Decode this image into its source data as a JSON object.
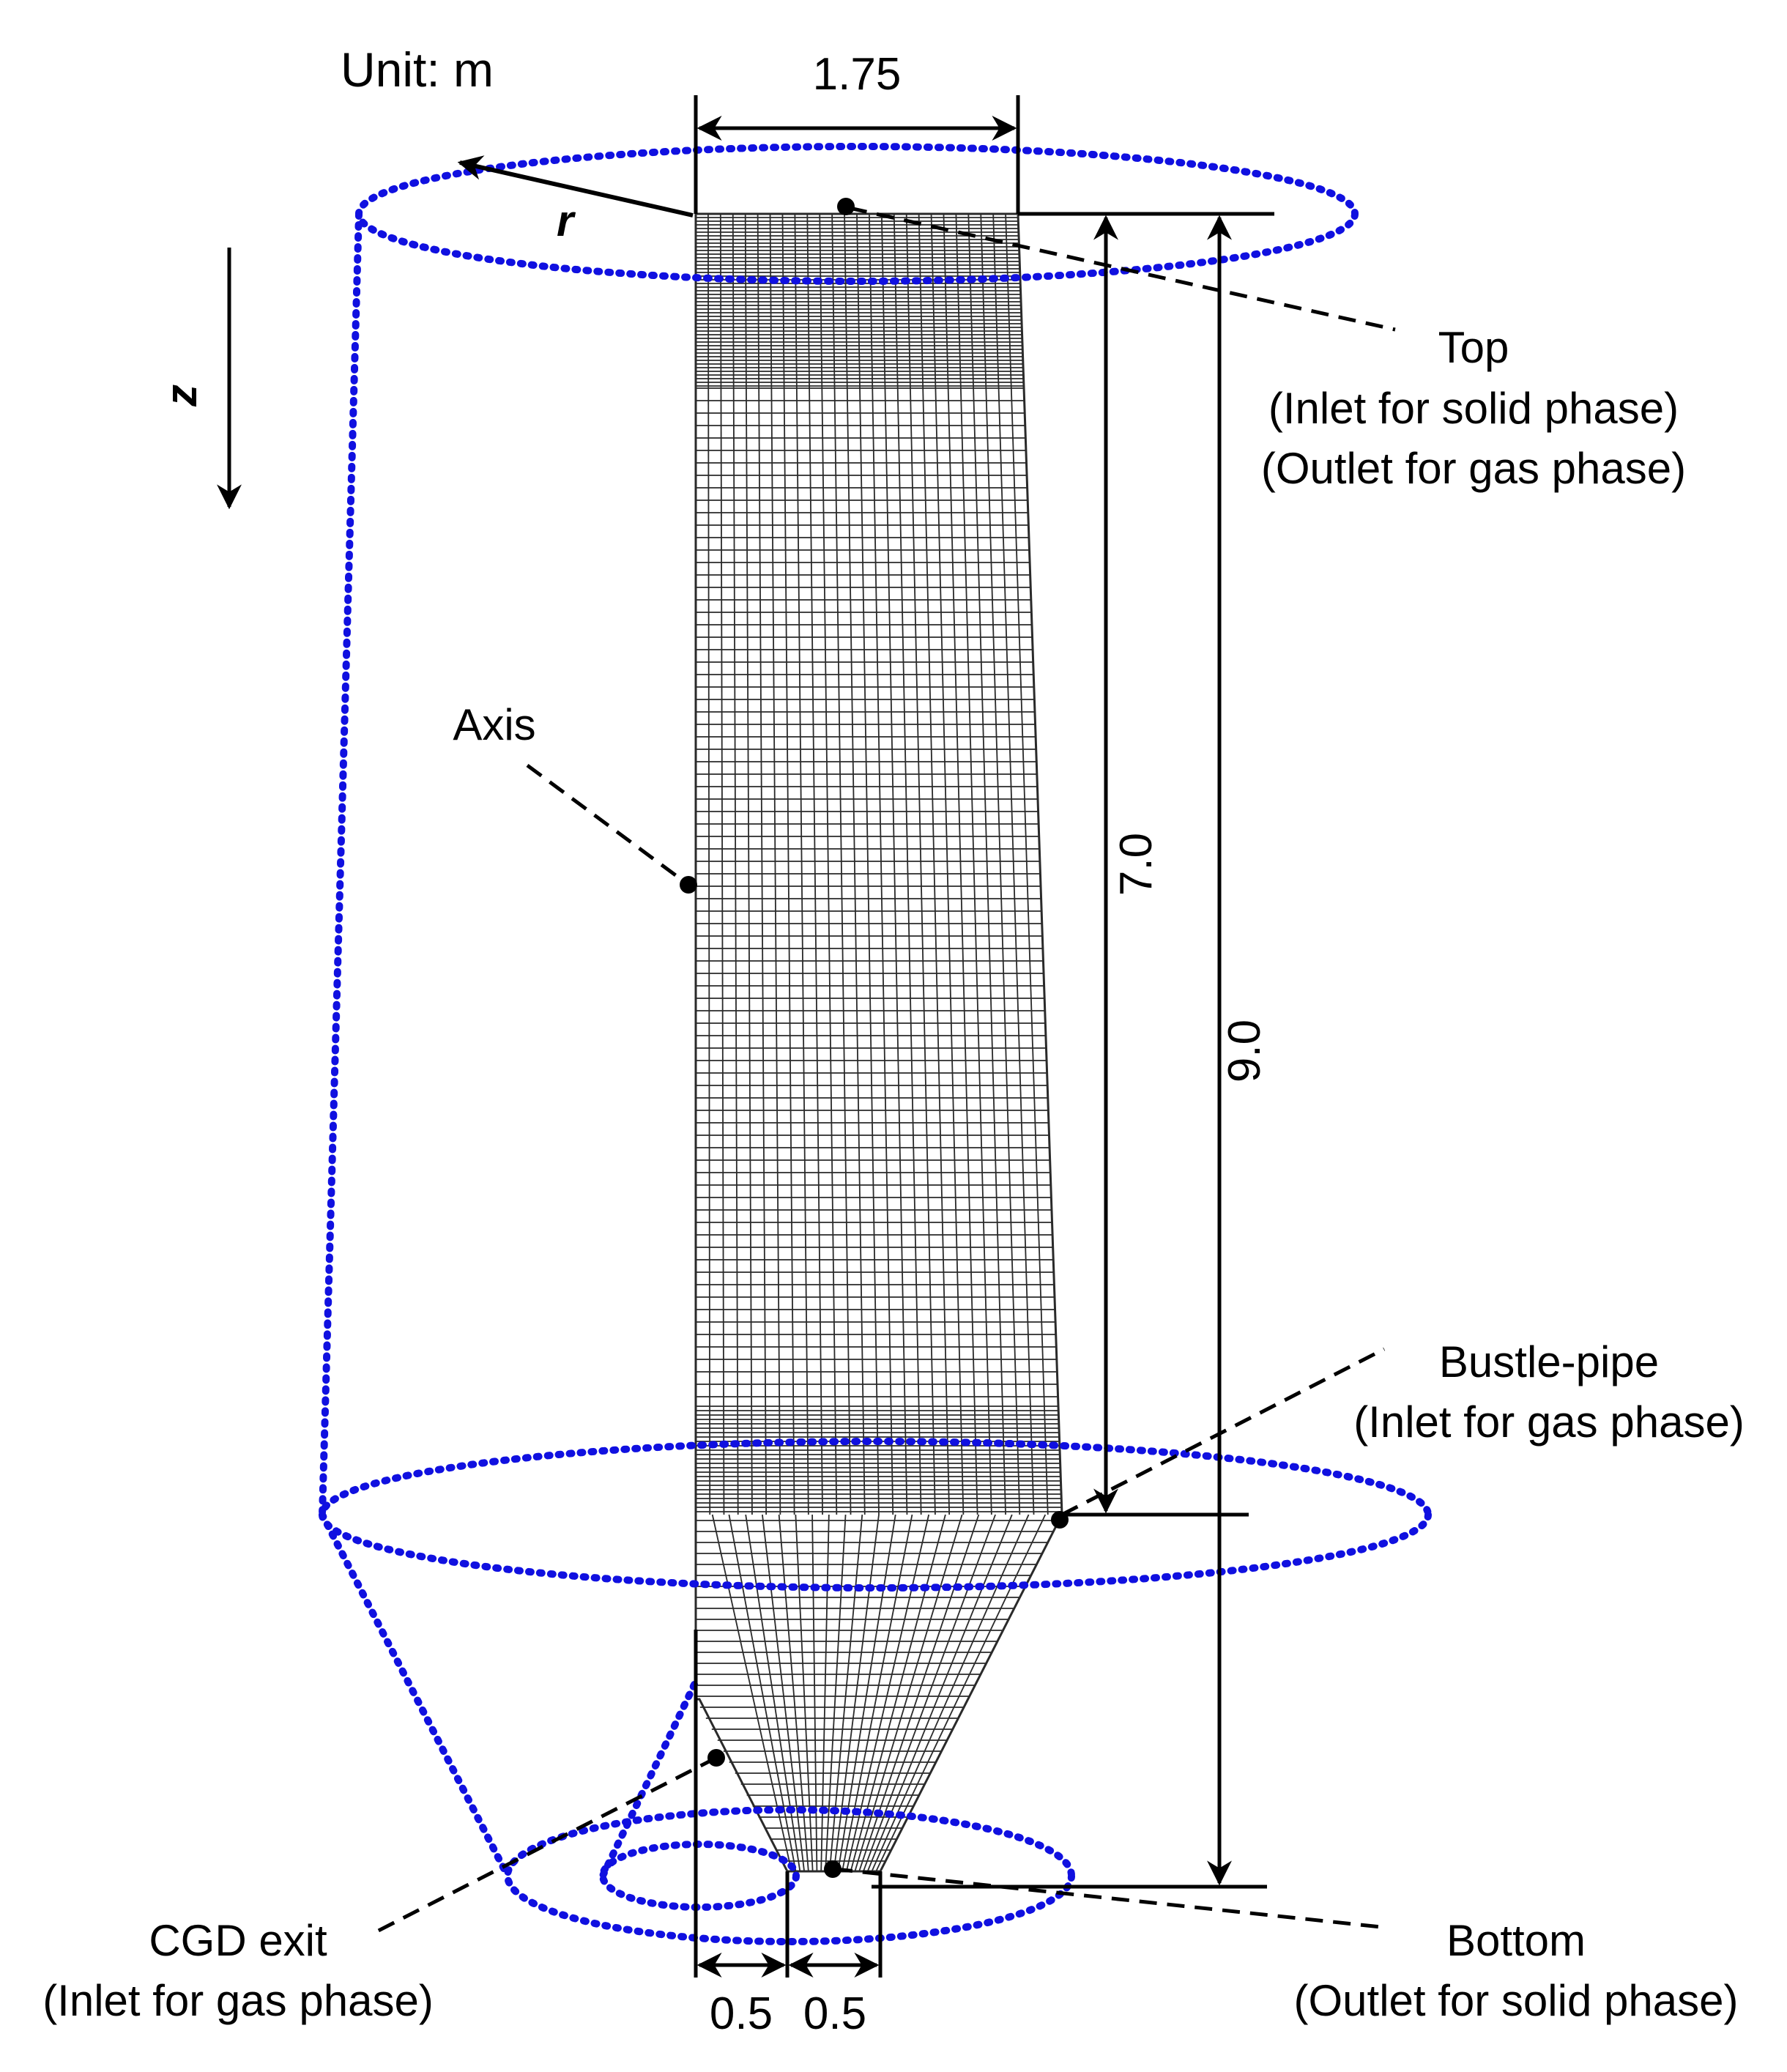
{
  "unit_label": "Unit: m",
  "axes": {
    "radial": "r",
    "vertical": "z"
  },
  "dimensions": {
    "top_width": "1.75",
    "bustle_height": "7.0",
    "total_height": "9.0",
    "cgd_gap": "0.5",
    "outlet_width": "0.5"
  },
  "callouts": {
    "axis": "Axis",
    "top": {
      "title": "Top",
      "line1": "(Inlet for solid phase)",
      "line2": "(Outlet for gas phase)"
    },
    "bustle": {
      "title": "Bustle-pipe",
      "line1": "(Inlet for gas phase)"
    },
    "cgd": {
      "title": "CGD exit",
      "line1": "(Inlet for gas phase)"
    },
    "bottom": {
      "title": "Bottom",
      "line1": "(Outlet for solid phase)"
    }
  },
  "colors": {
    "outline": "#1010e0",
    "mesh": "#2a2a2a",
    "ink": "#000000"
  }
}
